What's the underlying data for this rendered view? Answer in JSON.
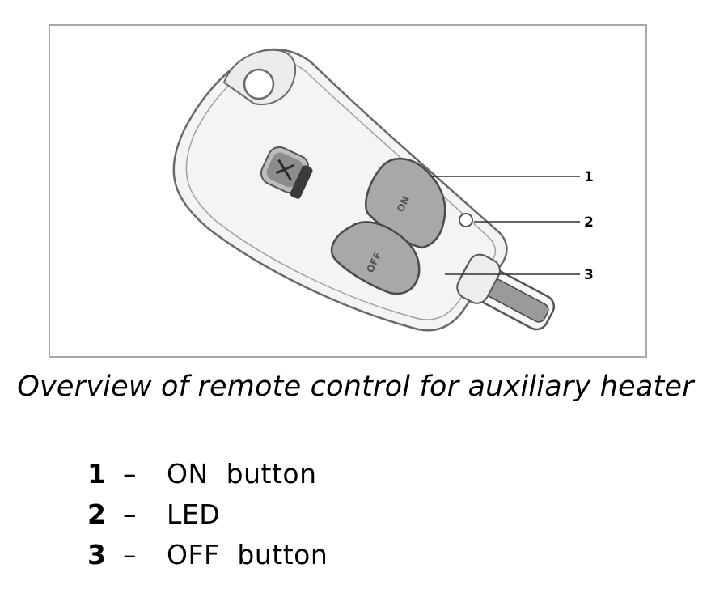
{
  "figure": {
    "callouts": [
      "1",
      "2",
      "3"
    ],
    "button_labels": {
      "on": "ON",
      "off": "OFF"
    }
  },
  "caption": "Overview of remote control for auxiliary heater",
  "legend": [
    {
      "number": "1",
      "dash": "–",
      "text": "ON  button"
    },
    {
      "number": "2",
      "dash": "–",
      "text": "LED"
    },
    {
      "number": "3",
      "dash": "–",
      "text": "OFF  button"
    }
  ]
}
